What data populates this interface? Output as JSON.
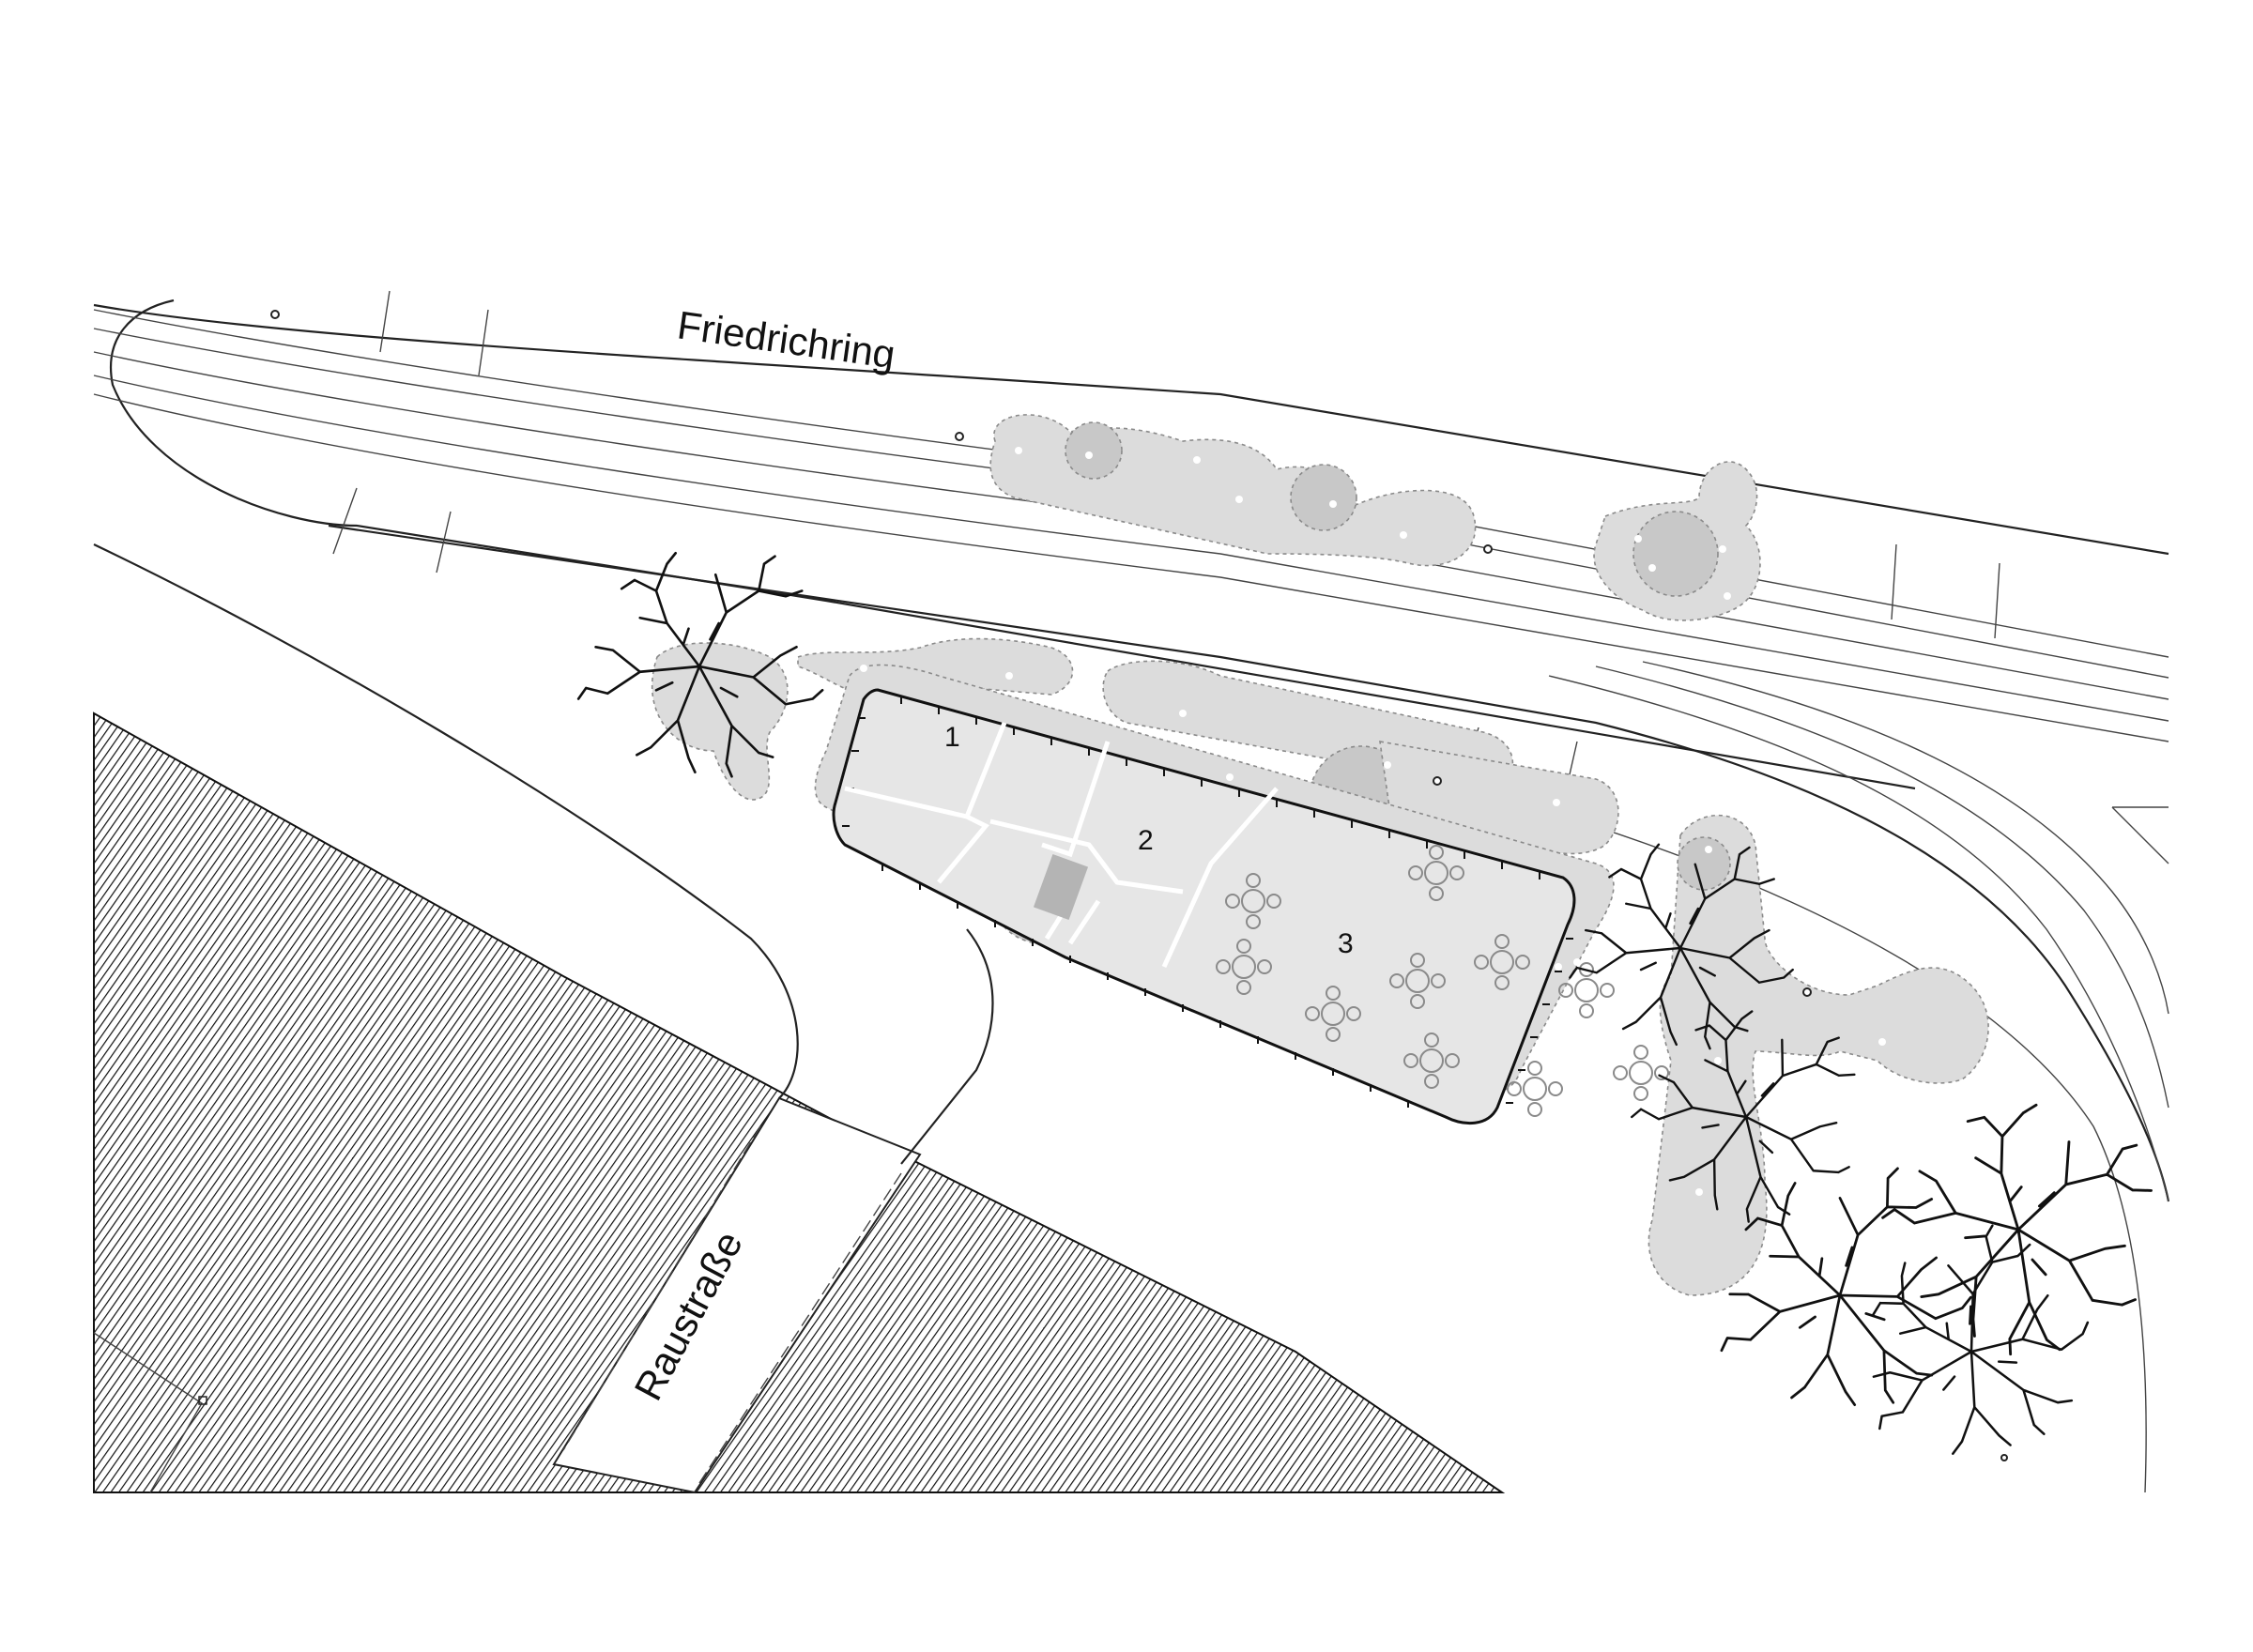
{
  "plan": {
    "streets": [
      {
        "id": "friedrichring",
        "label": "Friedrichring"
      },
      {
        "id": "raustrasse",
        "label": "Raustraße"
      }
    ],
    "zones": [
      {
        "id": "zone-1",
        "label": "1"
      },
      {
        "id": "zone-2",
        "label": "2"
      },
      {
        "id": "zone-3",
        "label": "3"
      }
    ],
    "colors": {
      "background": "#ffffff",
      "line": "#222222",
      "planting": "#dcdcdc",
      "hatch": "#111111",
      "tree": "#111111"
    }
  }
}
